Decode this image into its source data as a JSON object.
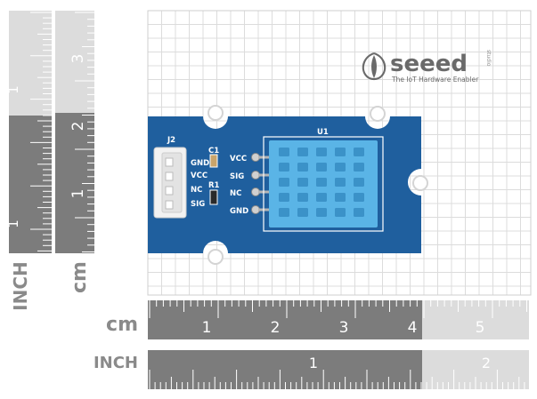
{
  "brand": {
    "name": "seeed",
    "side_text": "studio",
    "tagline": "The IoT Hardware Enabler",
    "color": "#6a6a6a"
  },
  "ruler_left": {
    "cm_label": "cm",
    "inch_label": "INCH",
    "cm_numbers": [
      "3",
      "2",
      "1"
    ],
    "inch_numbers": [
      "1",
      "1"
    ]
  },
  "ruler_bottom": {
    "cm_label": "cm",
    "inch_label": "INCH",
    "cm_numbers": [
      "1",
      "2",
      "3",
      "4",
      "5"
    ],
    "inch_numbers": [
      "1",
      "2"
    ]
  },
  "board": {
    "color": "#1f5f9e",
    "sensor_color": "#5ab4e6",
    "connector_label": "J2",
    "connector_pins": [
      "GND",
      "VCC",
      "NC",
      "SIG"
    ],
    "cap_label": "C1",
    "res_label": "R1",
    "sensor_label": "U1",
    "sensor_pins": [
      "VCC",
      "SIG",
      "NC",
      "GND"
    ]
  }
}
